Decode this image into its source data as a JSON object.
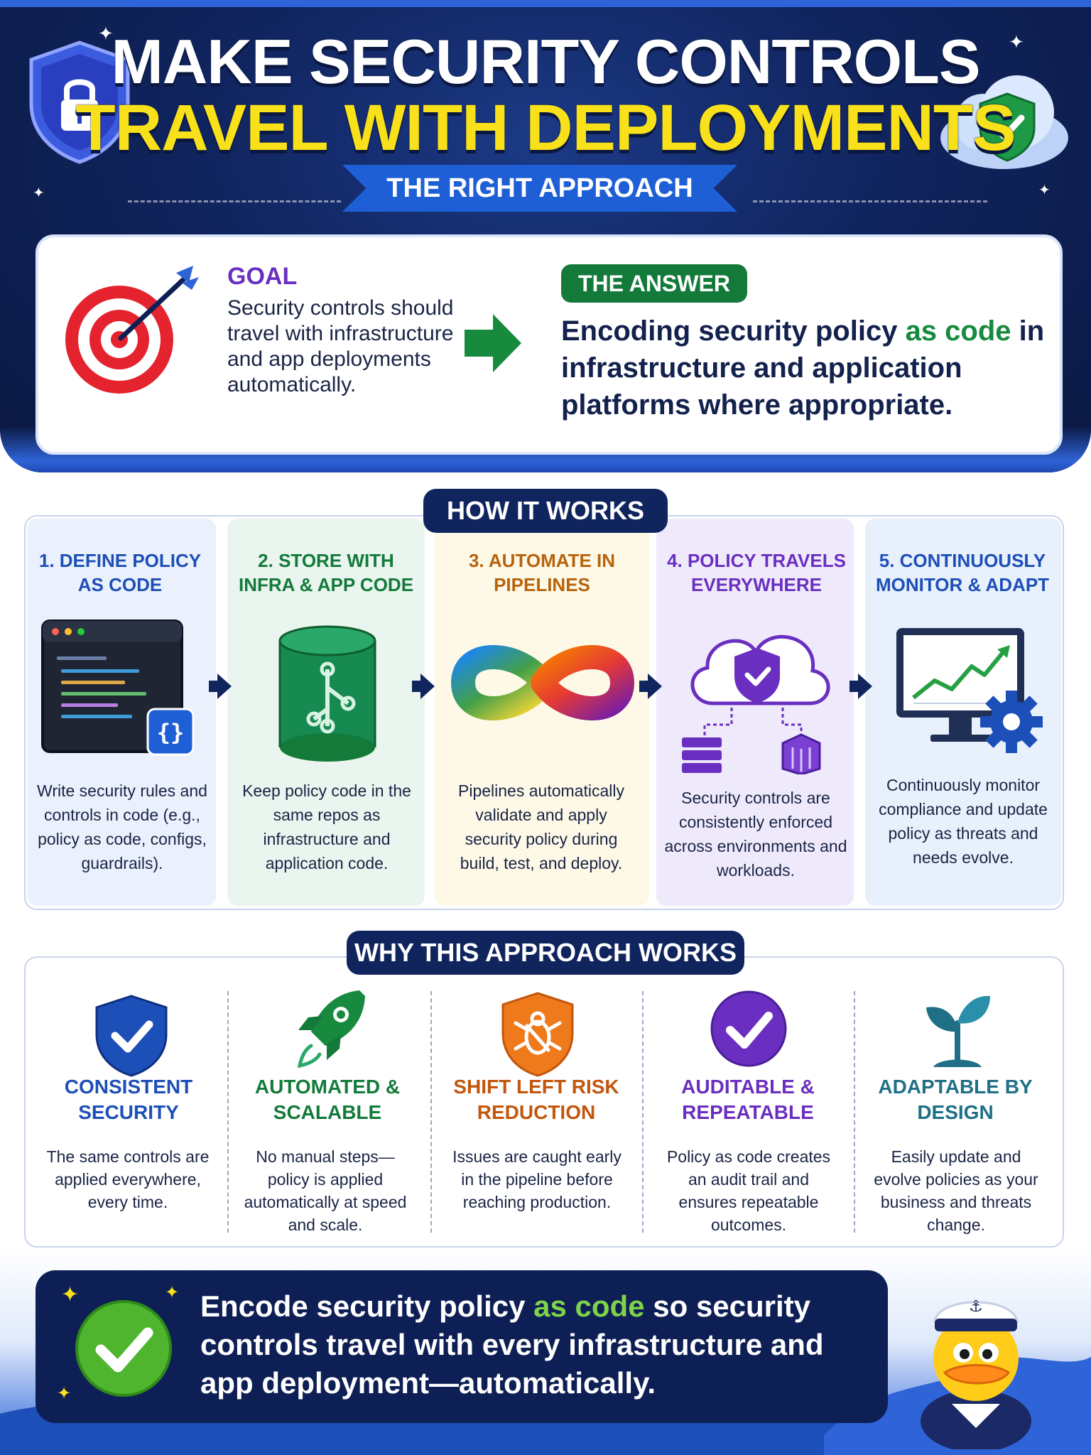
{
  "header": {
    "title_line1": "MAKE SECURITY CONTROLS",
    "title_line2": "TRAVEL WITH DEPLOYMENTS",
    "ribbon": "THE RIGHT APPROACH"
  },
  "goal": {
    "label": "GOAL",
    "text": "Security controls should travel with infrastructure and app deployments automatically."
  },
  "answer": {
    "label": "THE ANSWER",
    "text_part1": "Encoding security policy ",
    "text_highlight": "as code",
    "text_part2": " in infrastructure and application platforms where appropriate."
  },
  "how_it_works": {
    "heading": "HOW IT WORKS",
    "steps": [
      {
        "title": "1. DEFINE POLICY AS CODE",
        "desc": "Write security rules and controls in code (e.g., policy as code, configs, guardrails).",
        "icon": "code-window-icon",
        "color": "#1d4fb8"
      },
      {
        "title": "2. STORE WITH INFRA & APP CODE",
        "desc": "Keep policy code in the same repos as infrastructure and application code.",
        "icon": "git-repo-icon",
        "color": "#137a3a"
      },
      {
        "title": "3. AUTOMATE IN PIPELINES",
        "desc": "Pipelines automatically validate and apply security policy during build, test, and deploy.",
        "icon": "infinity-loop-icon",
        "color": "#b8630c"
      },
      {
        "title": "4. POLICY TRAVELS EVERYWHERE",
        "desc": "Security controls are consistently enforced across environments and workloads.",
        "icon": "cloud-shield-icon",
        "color": "#6a2fc0"
      },
      {
        "title": "5. CONTINUOUSLY MONITOR & ADAPT",
        "desc": "Continuously monitor compliance and update policy as threats and needs evolve.",
        "icon": "monitor-gear-icon",
        "color": "#1d4fb8"
      }
    ]
  },
  "why": {
    "heading": "WHY THIS APPROACH WORKS",
    "benefits": [
      {
        "title": "CONSISTENT SECURITY",
        "desc": "The same controls are applied everywhere, every time.",
        "icon": "shield-check-icon",
        "color": "#1d4fb8"
      },
      {
        "title": "AUTOMATED & SCALABLE",
        "desc": "No manual steps—policy is applied automatically at speed and scale.",
        "icon": "rocket-icon",
        "color": "#137a3a"
      },
      {
        "title": "SHIFT LEFT RISK REDUCTION",
        "desc": "Issues are caught early in the pipeline before reaching production.",
        "icon": "bug-shield-icon",
        "color": "#c2560c"
      },
      {
        "title": "AUDITABLE & REPEATABLE",
        "desc": "Policy as code creates an audit trail and ensures repeatable outcomes.",
        "icon": "check-circle-icon",
        "color": "#6a2fc0"
      },
      {
        "title": "ADAPTABLE BY DESIGN",
        "desc": "Easily update and evolve policies as your business and threats change.",
        "icon": "sprout-icon",
        "color": "#1f6f86"
      }
    ]
  },
  "summary": {
    "part1": "Encode security policy ",
    "highlight": "as code",
    "part2": " so security controls travel with every infrastructure and app deployment—automatically."
  }
}
